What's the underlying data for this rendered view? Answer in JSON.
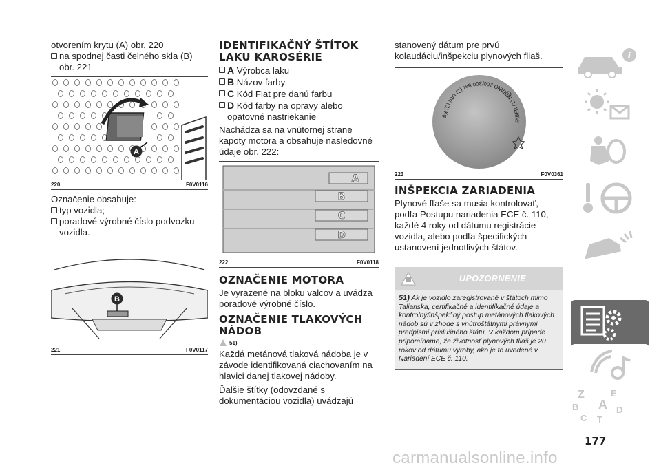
{
  "col1": {
    "p1": "otvorením krytu (A) obr. 220",
    "b1": "na spodnej časti čelného skla (B) obr. 221",
    "fig220": {
      "num": "220",
      "code": "F0V0116",
      "marker": "A"
    },
    "p2": "Označenie obsahuje:",
    "b2": "typ vozidla;",
    "b3": "poradové výrobné číslo podvozku vozidla.",
    "fig221": {
      "num": "221",
      "code": "F0V0117",
      "marker": "B"
    }
  },
  "col2": {
    "h1": "IDENTIFIKAČNÝ ŠTÍTOK LAKU KAROSÉRIE",
    "items": [
      {
        "letter": "A",
        "text": "Výrobca laku"
      },
      {
        "letter": "B",
        "text": "Názov farby"
      },
      {
        "letter": "C",
        "text": "Kód Fiat pre danú farbu"
      },
      {
        "letter": "D",
        "text": "Kód farby na opravy alebo opätovné nastriekanie"
      }
    ],
    "p1": "Nachádza sa na vnútornej strane kapoty motora a obsahuje nasledovné údaje obr. 222:",
    "fig222": {
      "num": "222",
      "code": "F0V0118",
      "labels": [
        "A",
        "B",
        "C",
        "D"
      ]
    },
    "h2": "OZNAČENIE MOTORA",
    "p2": "Je vyrazené na bloku valcov a uvádza poradové výrobné číslo.",
    "h3": "OZNAČENIE TLAKOVÝCH NÁDOB",
    "ref": "51)",
    "p3": "Každá metánová tlaková nádoba je v závode identifikovaná ciachovaním na hlavici danej tlakovej nádoby.",
    "p4": "Ďalšie štítky (odovzdané s dokumentáciou vozidla) uvádzajú"
  },
  "col3": {
    "p1": "stanovený dátum pre prvú kolaudáciu/inšpekciu plynových fliaš.",
    "fig223": {
      "num": "223",
      "code": "F0V0361",
      "engraving": "FABER (1) METANO 200/300 Bar (2) Litri (3) Kg (4)"
    },
    "h1": "INŠPEKCIA ZARIADENIA",
    "p2": "Plynové fľaše sa musia kontrolovať, podľa Postupu nariadenia ECE č. 110, každé 4 roky od dátumu registrácie vozidla, alebo podľa špecifických ustanovení jednotlivých štátov.",
    "warning": {
      "title": "UPOZORNENIE",
      "num": "51)",
      "text": "Ak je vozidlo zaregistrované v štátoch mimo Talianska, certifikačné a identifikačné údaje a kontrolný/inšpekčný postup metánových tlakových nádob sú v zhode s vnútroštátnymi právnymi predpismi príslušného štátu. V každom prípade pripomíname, že životnosť plynových fliaš je 20 rokov od dátumu výroby, ako je to uvedené v Nariadení ECE č. 110."
    }
  },
  "sidebar": {
    "tabs": [
      {
        "icon": "car-info-icon",
        "active": false
      },
      {
        "icon": "warning-lights-icon",
        "active": false
      },
      {
        "icon": "airbag-safety-icon",
        "active": false
      },
      {
        "icon": "steering-wheel-key-icon",
        "active": false
      },
      {
        "icon": "car-emergency-icon",
        "active": false
      },
      {
        "icon": "technical-data-icon",
        "active": true
      },
      {
        "icon": "multimedia-icon",
        "active": false
      },
      {
        "icon": "index-letters-icon",
        "active": false
      }
    ],
    "index_letters": [
      "Z",
      "E",
      "A",
      "B",
      "D",
      "C",
      "T"
    ]
  },
  "page_number": "177",
  "watermark": "carmanualsonline.info",
  "colors": {
    "sidebar_active": "#6a6a6a",
    "warning_head": "#d5d5d5",
    "warning_body": "#ebebeb",
    "icon_gray": "#c8c8c8"
  }
}
